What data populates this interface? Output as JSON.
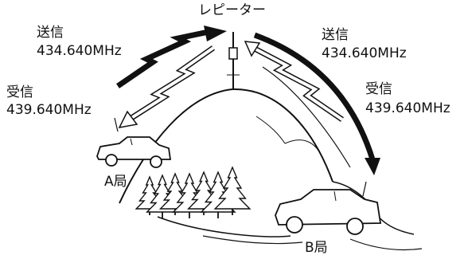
{
  "labels": {
    "repeater": "レピーター",
    "left": {
      "tx_title": "送信",
      "tx_freq": "434.640MHz",
      "rx_title": "受信",
      "rx_freq": "439.640MHz"
    },
    "right": {
      "tx_title": "送信",
      "tx_freq": "434.640MHz",
      "rx_title": "受信",
      "rx_freq": "439.640MHz"
    },
    "station_a": "A局",
    "station_b": "B局"
  },
  "icons": {
    "repeater": "antenna-tower-icon",
    "station_a": "car-icon",
    "station_b": "car-icon",
    "forest": "tree-icon",
    "mountain": "mountain-icon",
    "signal": "lightning-arrow-icon"
  },
  "colors": {
    "ink": "#111111",
    "background": "#ffffff"
  }
}
